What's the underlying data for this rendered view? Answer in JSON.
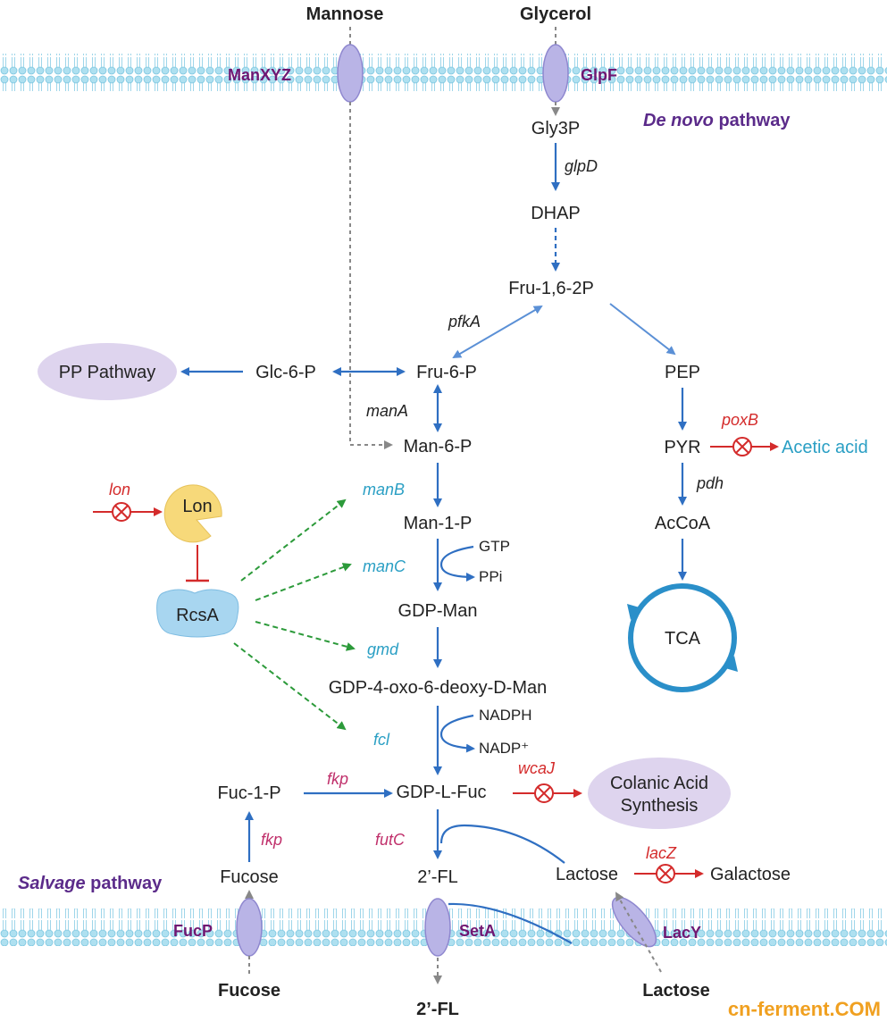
{
  "outside": {
    "mannose_top": "Mannose",
    "glycerol_top": "Glycerol",
    "fucose_bottom": "Fucose",
    "fl_bottom": "2’-FL",
    "lactose_bottom": "Lactose"
  },
  "transporters": {
    "manxyz": "ManXYZ",
    "glpf": "GlpF",
    "fucp": "FucP",
    "seta": "SetA",
    "lacy": "LacY"
  },
  "pathways": {
    "de_novo_italic": "De novo",
    "de_novo_rest": " pathway",
    "salvage_italic": "Salvage",
    "salvage_rest": " pathway"
  },
  "metabolites": {
    "gly3p": "Gly3P",
    "dhap": "DHAP",
    "fru16p": "Fru-1,6-2P",
    "fru6p": "Fru-6-P",
    "glc6p": "Glc-6-P",
    "pep": "PEP",
    "pyr": "PYR",
    "acetic": "Acetic acid",
    "accoa": "AcCoA",
    "tca": "TCA",
    "man6p": "Man-6-P",
    "man1p": "Man-1-P",
    "gtp": "GTP",
    "ppi": "PPi",
    "gdpman": "GDP-Man",
    "gdp4oxo": "GDP-4-oxo-6-deoxy-D-Man",
    "nadph": "NADPH",
    "nadp": "NADP⁺",
    "gdplfuc": "GDP-L-Fuc",
    "fuc1p": "Fuc-1-P",
    "fucose_in": "Fucose",
    "fl_in": "2’-FL",
    "lactose_in": "Lactose",
    "galactose": "Galactose"
  },
  "bubbles": {
    "pp_pathway": "PP Pathway",
    "colanic_line1": "Colanic Acid",
    "colanic_line2": "Synthesis"
  },
  "genes": {
    "glpd": "glpD",
    "pfka": "pfkA",
    "mana": "manA",
    "poxb": "poxB",
    "pdh": "pdh",
    "manb": "manB",
    "manc": "manC",
    "gmd": "gmd",
    "fcl": "fcl",
    "wcaj": "wcaJ",
    "fkp_h": "fkp",
    "fkp_v": "fkp",
    "futc": "futC",
    "lacz": "lacZ",
    "lon": "lon"
  },
  "proteins": {
    "lon": "Lon",
    "rcsa": "RcsA"
  },
  "watermark": {
    "text": "cn-ferment.COM"
  },
  "colors": {
    "membrane": "#aee0f0",
    "transporter": "#b9b4e6",
    "bubble": "#ded4ee",
    "flux_arrow": "#2f6fc2",
    "knockout": "#d42b2b",
    "activation": "#2c9a3a",
    "lon": "#f7d97a",
    "rcsa": "#a8d6f0",
    "watermark": "#f0a020"
  }
}
